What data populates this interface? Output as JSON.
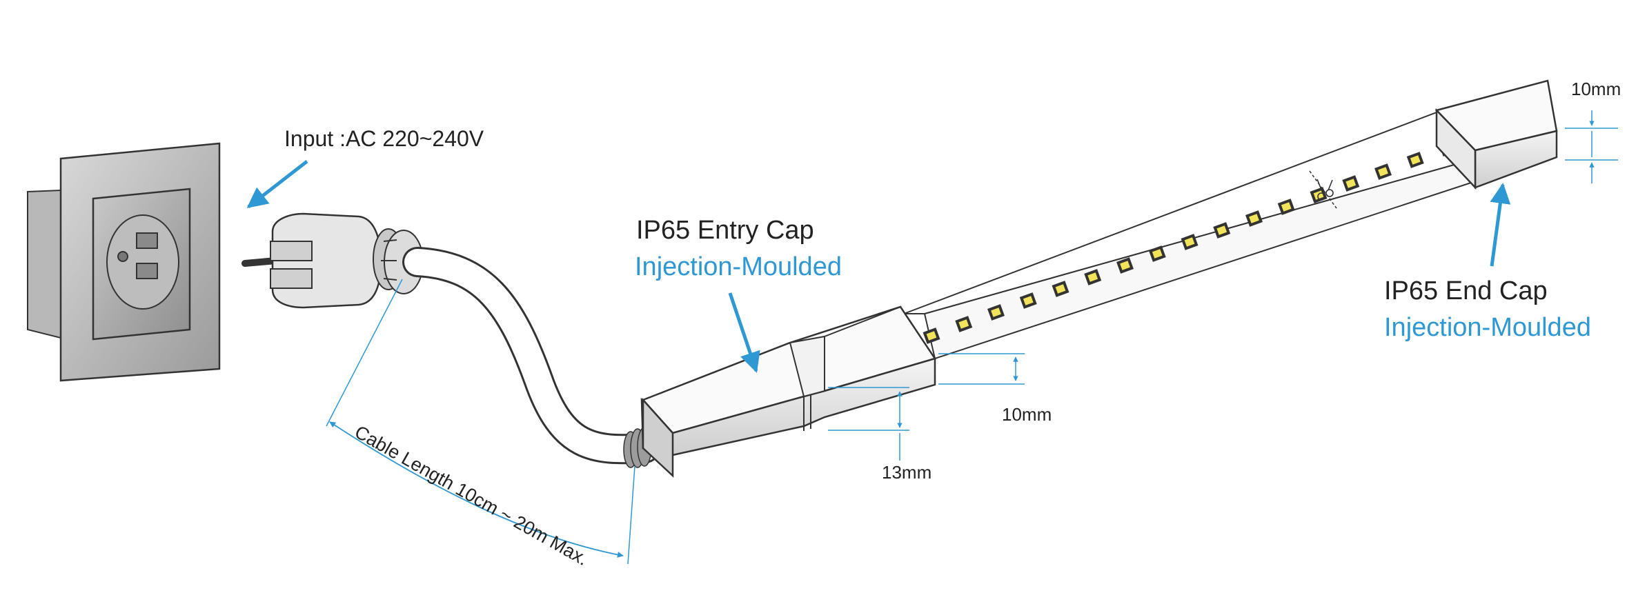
{
  "labels": {
    "input": "Input :AC 220~240V",
    "entry_cap_title": "IP65 Entry Cap",
    "entry_cap_sub": "Injection-Moulded",
    "end_cap_title": "IP65 End Cap",
    "end_cap_sub": "Injection-Moulded",
    "cable_length": "Cable Length 10cm ~ 20m Max.",
    "dim_strip_height": "10mm",
    "dim_entry_height": "13mm",
    "dim_end_height": "10mm"
  },
  "colors": {
    "accent": "#2e98d4",
    "text": "#222222",
    "line": "#333333",
    "led_yellow": "#f2e45a"
  },
  "icons": {
    "socket": "wall-socket-icon",
    "plug": "euro-plug-icon",
    "scissors": "scissors-icon"
  }
}
